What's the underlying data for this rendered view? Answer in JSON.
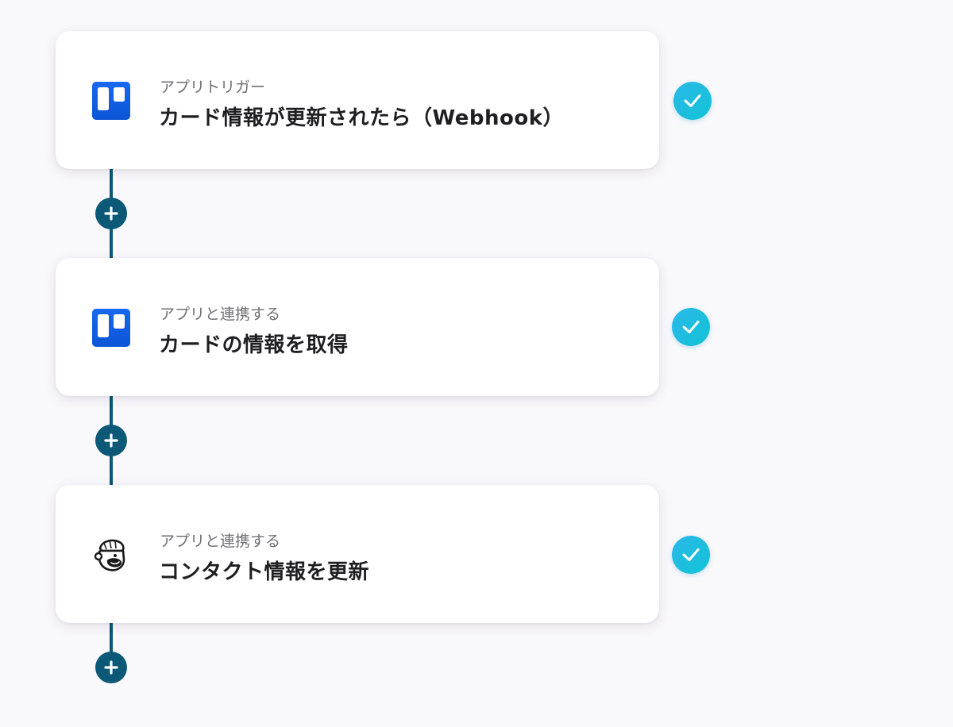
{
  "flow": {
    "steps": [
      {
        "subtitle": "アプリトリガー",
        "title": "カード情報が更新されたら（Webhook）",
        "app_icon": "trello-icon",
        "status": "completed",
        "status_icon": "check-icon"
      },
      {
        "subtitle": "アプリと連携する",
        "title": "カードの情報を取得",
        "app_icon": "trello-icon",
        "status": "completed",
        "status_icon": "check-icon"
      },
      {
        "subtitle": "アプリと連携する",
        "title": "コンタクト情報を更新",
        "app_icon": "mailchimp-icon",
        "status": "completed",
        "status_icon": "check-icon"
      }
    ],
    "add_button_icon": "plus-icon"
  },
  "colors": {
    "background": "#f9f8fb",
    "connector": "#0b5877",
    "check_gradient_start": "#2bb8e8",
    "check_gradient_end": "#11c3d6",
    "trello_blue": "#0c66e4"
  }
}
